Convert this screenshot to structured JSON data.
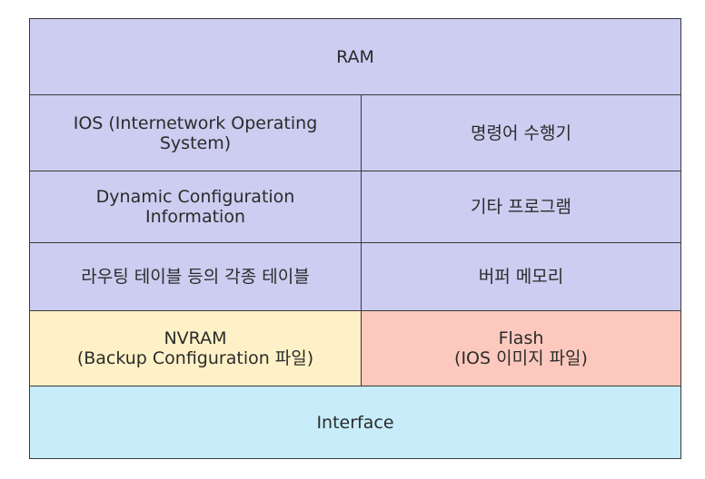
{
  "ram": {
    "title": "RAM",
    "ios_line1": "IOS (Internetwork Operating",
    "ios_line2": "System)",
    "command_executor": "명령어 수행기",
    "dynamic_line1": "Dynamic Configuration",
    "dynamic_line2": "Information",
    "other_programs": "기타 프로그램",
    "routing_tables": "라우팅 테이블 등의 각종 테이블",
    "buffer_memory": "버퍼 메모리"
  },
  "nvram": {
    "line1": "NVRAM",
    "line2": "(Backup Configuration 파일)"
  },
  "flash": {
    "line1": "Flash",
    "line2": "(IOS 이미지 파일)"
  },
  "interface": {
    "label": "Interface"
  },
  "colors": {
    "ram": "#cccdf0",
    "nvram": "#fff1c7",
    "flash": "#fdc9be",
    "interface": "#c7ecfa",
    "border": "#3a3a3a",
    "text": "#2b2b2b"
  }
}
